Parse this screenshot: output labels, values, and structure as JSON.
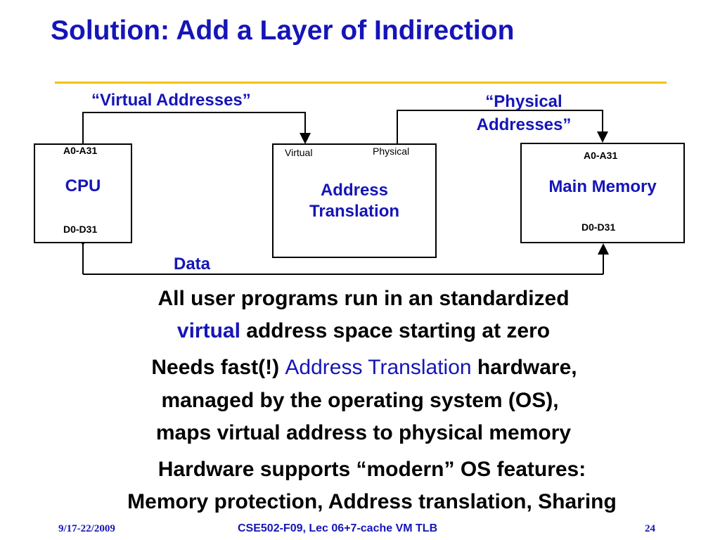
{
  "slide": {
    "title": "Solution:  Add a Layer of Indirection"
  },
  "diagram": {
    "virtual_addresses_label": "“Virtual Addresses”",
    "physical_addresses_label_line1": "“Physical",
    "physical_addresses_label_line2": "Addresses”",
    "data_label": "Data",
    "cpu": {
      "top_label": "A0-A31",
      "name": "CPU",
      "bottom_label": "D0-D31"
    },
    "translator": {
      "left_port": "Virtual",
      "right_port": "Physical",
      "name_line1": "Address",
      "name_line2": "Translation"
    },
    "memory": {
      "top_label": "A0-A31",
      "name": "Main Memory",
      "bottom_label": "D0-D31"
    }
  },
  "body": {
    "line1": "All user programs run in an standardized",
    "line2_highlight": "virtual",
    "line2_rest": " address space starting at zero",
    "line3_pre": "Needs fast(!) ",
    "line3_highlight": "Address Translation",
    "line3_post": " hardware,",
    "line4": "managed by the operating system (OS),",
    "line5": "maps virtual address to physical memory",
    "line6": "Hardware supports “modern” OS features:",
    "line7": "Memory protection, Address translation, Sharing"
  },
  "footer": {
    "date": "9/17-22/2009",
    "course": "CSE502-F09, Lec 06+7-cache VM TLB",
    "page": "24"
  },
  "colors": {
    "title_blue": "#1515b8",
    "accent_rule": "#f2c200"
  }
}
